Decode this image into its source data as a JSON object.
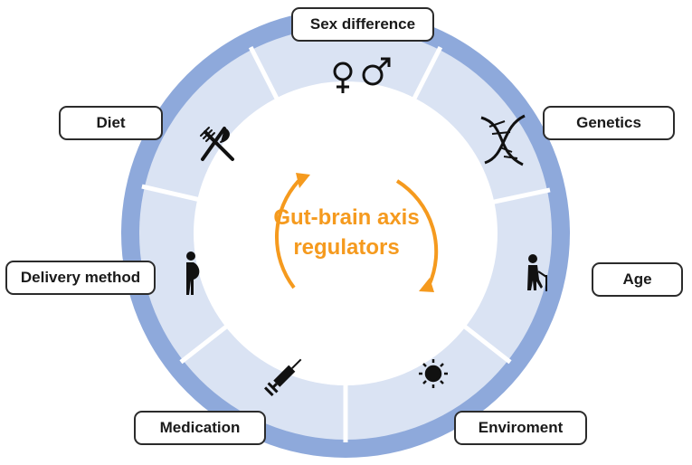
{
  "center": {
    "line1": "Gut-brain axis",
    "line2": "regulators"
  },
  "labels": {
    "sex": "Sex difference",
    "genetics": "Genetics",
    "age": "Age",
    "environment": "Enviroment",
    "medication": "Medication",
    "delivery": "Delivery method",
    "diet": "Diet"
  },
  "icons": {
    "sex": "sex-symbols-icon",
    "genetics": "dna-icon",
    "age": "elderly-person-icon",
    "environment": "sun-icon",
    "medication": "syringe-icon",
    "delivery": "pregnant-woman-icon",
    "diet": "fork-knife-icon"
  },
  "colors": {
    "outer_ring": "#8EA9DB",
    "inner_ring": "#DAE3F3",
    "separator": "#FFFFFF",
    "center_text": "#F59A1E",
    "arrows": "#F59A1E",
    "label_border": "#2B2B2B"
  }
}
